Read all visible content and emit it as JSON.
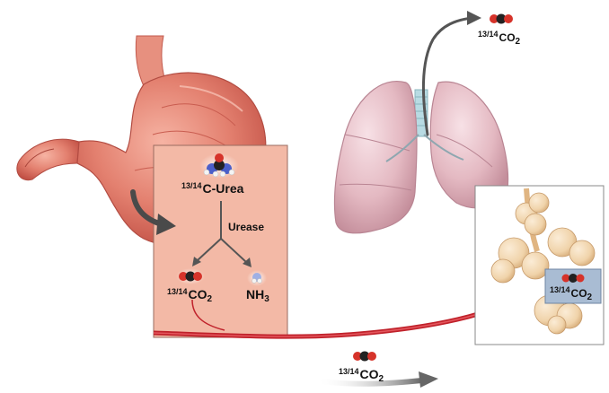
{
  "labels": {
    "urea": {
      "sup": "13/14",
      "main": "C-Urea"
    },
    "enzyme": "Urease",
    "co2_gastric": {
      "sup": "13/14",
      "main": "CO",
      "sub": "2"
    },
    "nh3": {
      "main": "NH",
      "sub": "3"
    },
    "co2_blood": {
      "sup": "13/14",
      "main": "CO",
      "sub": "2"
    },
    "co2_alveolus": {
      "sup": "13/14",
      "main": "CO",
      "sub": "2"
    },
    "co2_breath": {
      "sup": "13/14",
      "main": "CO",
      "sub": "2"
    }
  },
  "colors": {
    "stomach": "#e3806f",
    "stomach_dark": "#c8564a",
    "gastric_panel": "#f3b9a6",
    "lung": "#e4b9c2",
    "lung_dark": "#b98593",
    "trachea": "#b8dbe3",
    "blood_vessel": "#c0222b",
    "alveoli": "#f0d3aa",
    "alveolus_label_box": "#a9bcd3",
    "carbon_atom": "#222222",
    "oxygen_atom": "#d6332a",
    "nitrogen_atom": "#4b5fc9",
    "arrow": "#555555"
  },
  "icons": [
    "co2-molecule-icon",
    "urea-molecule-icon",
    "nh3-molecule-icon",
    "stomach-illustration",
    "lungs-illustration",
    "alveoli-illustration"
  ]
}
